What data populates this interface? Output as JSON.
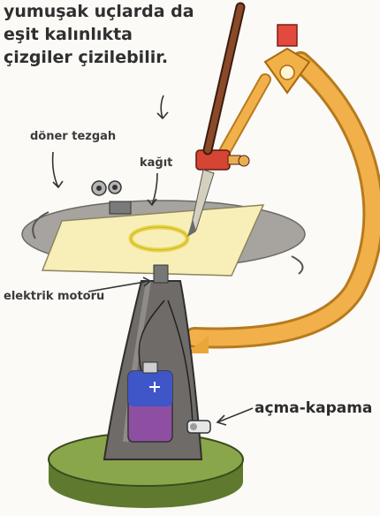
{
  "caption": {
    "lines": [
      "yumuşak uçlarda da",
      "eşit kalınlıkta",
      "çizgiler çizilebilir."
    ]
  },
  "labels": {
    "doner_tezgah": "döner tezgah",
    "kagit": "kağıt",
    "elektrik_motoru": "elektrik motoru",
    "acma_kapama": "açma-kapama"
  },
  "colors": {
    "paper": "#f6eeb4",
    "turntable": "#9e9a95",
    "arm": "#e9a73a",
    "base": "#7f9b43",
    "housing": "#6d6a68",
    "battery_blue": "#3f56c8",
    "battery_purple": "#8e4fa3",
    "brush_handle": "#8a4a2a"
  }
}
